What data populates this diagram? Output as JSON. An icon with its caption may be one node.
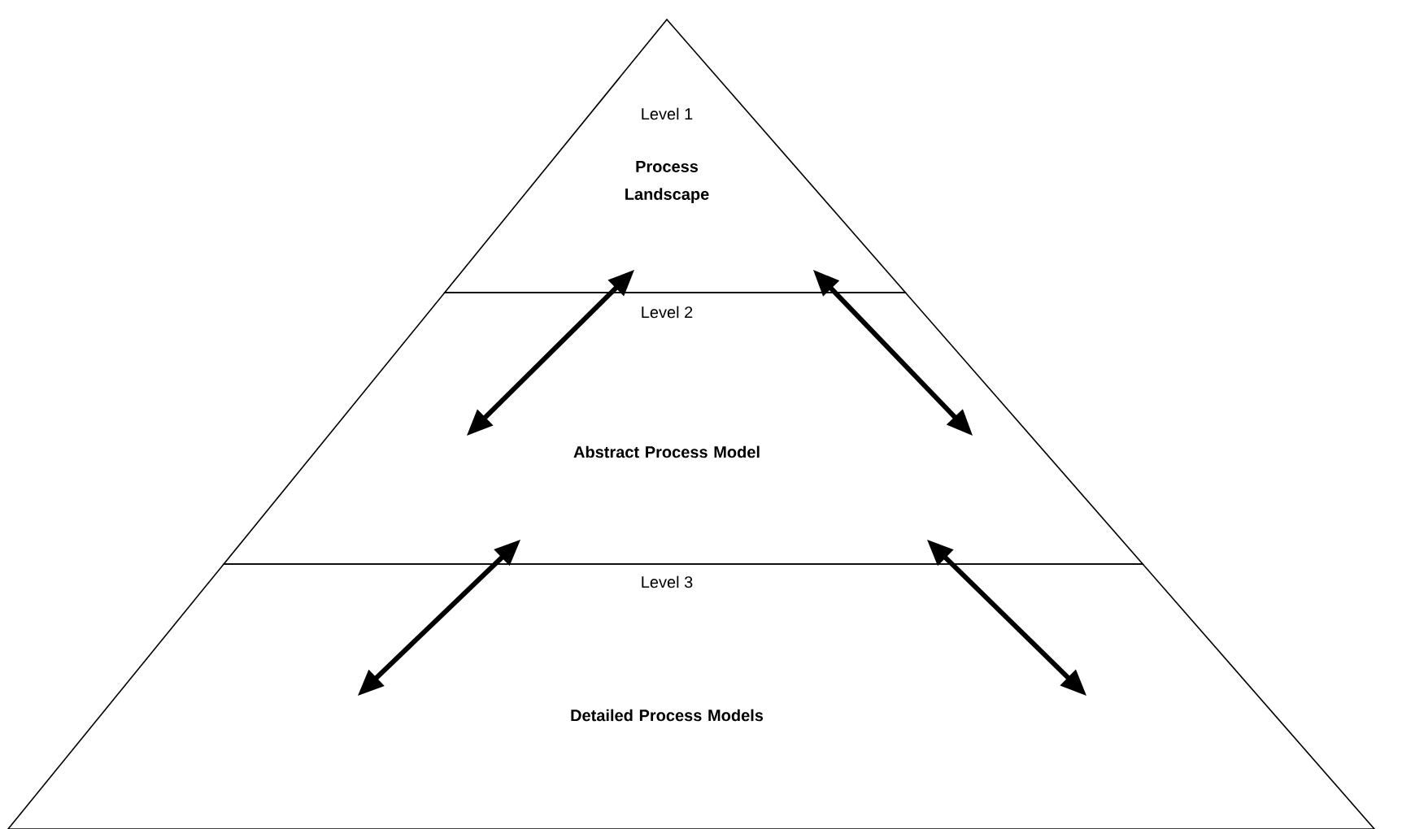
{
  "diagram": {
    "nodes": [
      {
        "text": [
          "Level 1",
          "Process Landscape"
        ]
      },
      {
        "text": [
          "Level 2",
          "Abstract Process Model"
        ]
      },
      {
        "text": [
          "Level 3",
          "Detailed Process Models"
        ]
      }
    ],
    "edges": [
      {
        "from": 0,
        "to": 1,
        "arrow": "both"
      },
      {
        "from": 0,
        "to": 1,
        "arrow": "both"
      },
      {
        "from": 1,
        "to": 2,
        "arrow": "both"
      },
      {
        "from": 1,
        "to": 2,
        "arrow": "both"
      }
    ]
  }
}
